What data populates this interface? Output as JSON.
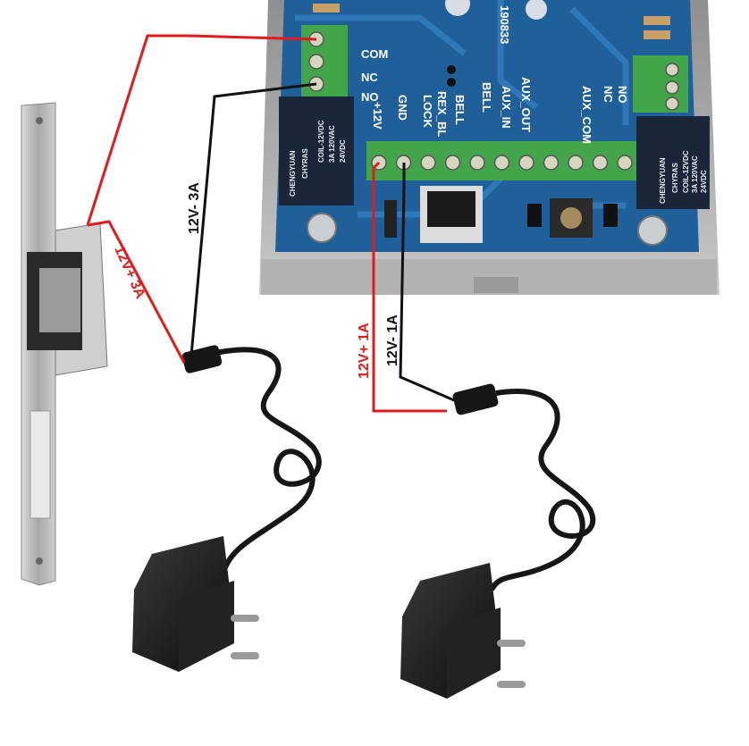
{
  "colors": {
    "pcb": "#1f5f9a",
    "pcb_trace": "#2f78b8",
    "terminal": "#43a54a",
    "relay": "#1b2738",
    "positive_wire": "#e11b1b",
    "negative_wire": "#111111",
    "adapter": "#161616",
    "strike_metal": "#b9b9b9"
  },
  "board": {
    "relay_terminal_labels": [
      "COM",
      "NC",
      "NO"
    ],
    "main_terminal_labels": [
      "+12V",
      "GND",
      "LOCK",
      "REX_BL",
      "BELL",
      "BELL",
      "AUX_IN",
      "AUX_OUT"
    ],
    "aux_terminal_labels": [
      "AUX_COM",
      "NC",
      "NO"
    ],
    "part_number": "190833",
    "relay_brand": "CHENGYUAN",
    "relay_model": "CHYRAS",
    "relay_spec_lines": [
      "COIL-12VDC",
      "3A  120VAC",
      "      24VDC"
    ]
  },
  "wires": {
    "lock_positive": {
      "label": "12V+ 3A"
    },
    "lock_negative": {
      "label": "12V- 3A"
    },
    "board_positive": {
      "label": "12V+ 1A"
    },
    "board_negative": {
      "label": "12V- 1A"
    }
  },
  "icons": [
    "electric-strike-lock-icon",
    "power-adapter-icon",
    "power-adapter-icon",
    "relay-icon",
    "terminal-block-icon"
  ]
}
